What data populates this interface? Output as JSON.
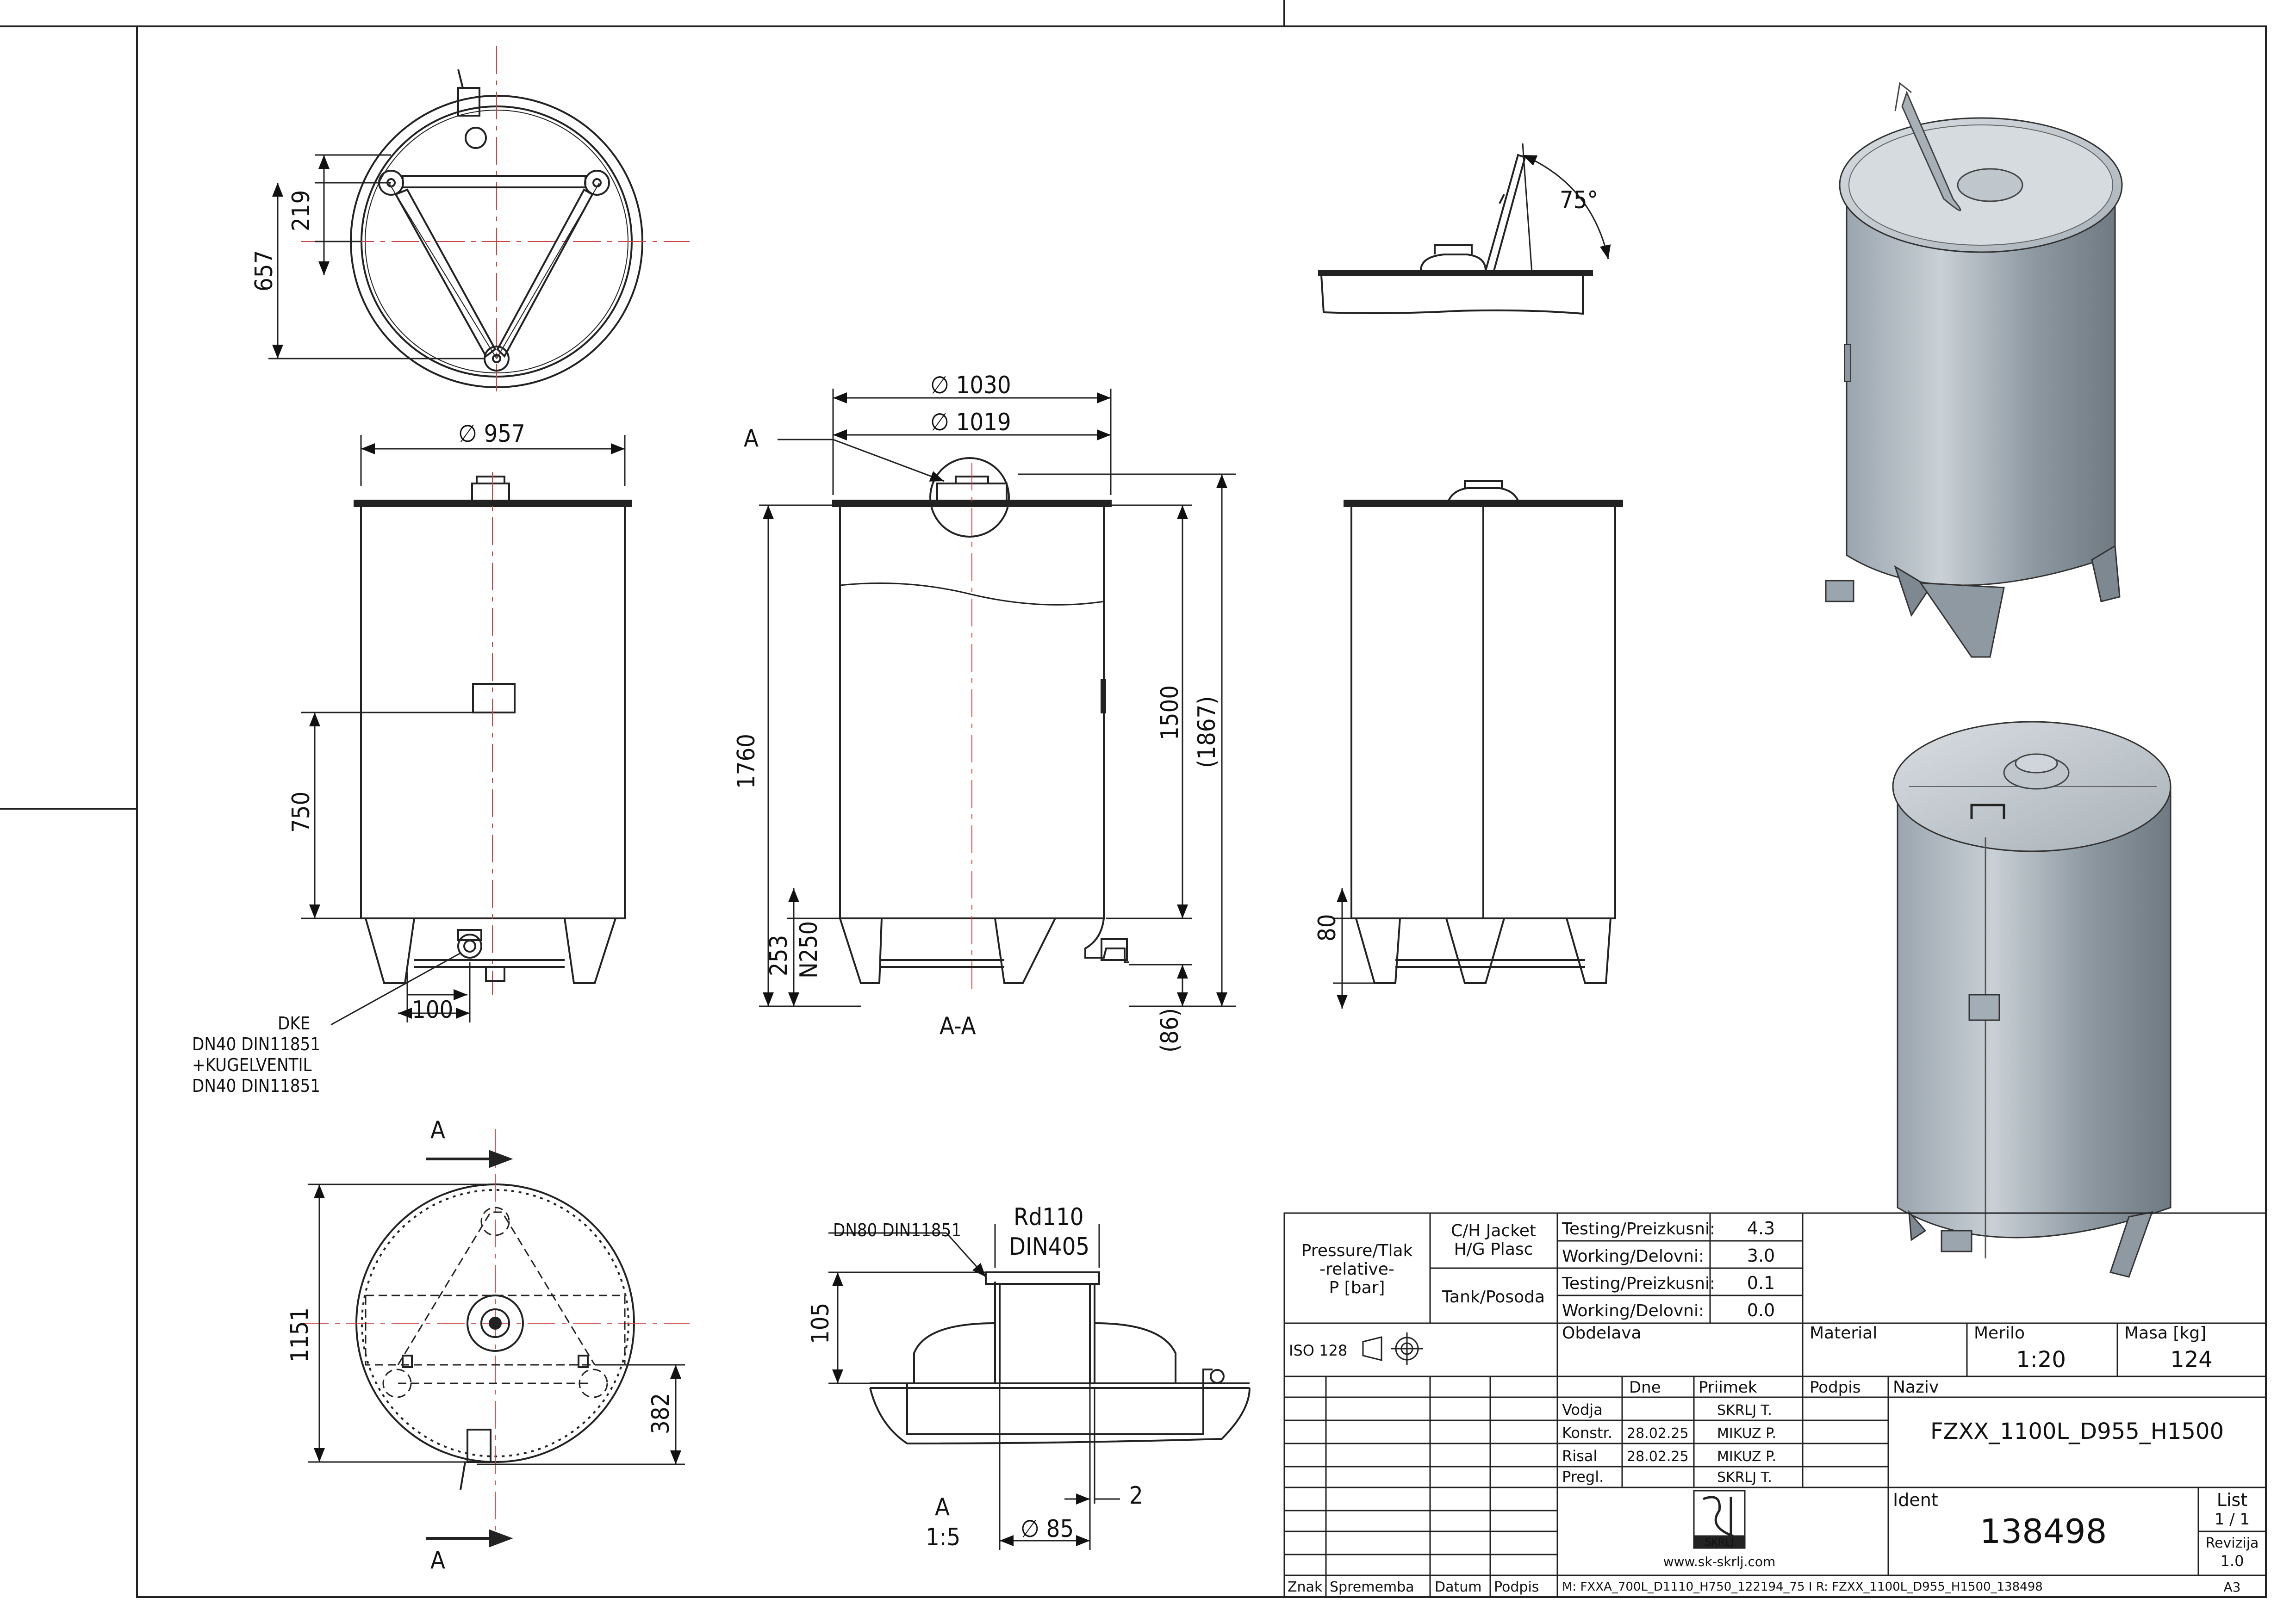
{
  "dimensions": {
    "top_219": "219",
    "top_657": "657",
    "front_d957": "∅ 957",
    "front_750": "750",
    "front_100": "100",
    "section_d1030": "∅ 1030",
    "section_d1019": "∅ 1019",
    "section_1760": "1760",
    "section_1500": "1500",
    "section_1867": "(1867)",
    "section_253": "253",
    "section_n250": "N250",
    "section_86": "(86)",
    "side_80": "80",
    "lid_angle": "75°",
    "bottom_1151": "1151",
    "bottom_382": "382",
    "detail_rd110": "Rd110",
    "detail_din405": "DIN405",
    "detail_105": "105",
    "detail_2": "2",
    "detail_d85": "∅ 85"
  },
  "labels": {
    "detail_marker": "A",
    "section_name": "A-A",
    "cut_a_top": "A",
    "cut_a_bottom": "A",
    "detail_name": "A",
    "detail_scale": "1:5",
    "outlet_callout": [
      "DKE",
      "DN40  DIN11851",
      "+KUGELVENTIL",
      "DN40  DIN11851"
    ],
    "dn80_callout": "DN80  DIN11851"
  },
  "title_block": {
    "pressure_label": [
      "Pressure/Tlak",
      "-relative-",
      "P [bar]"
    ],
    "jacket_label": [
      "C/H Jacket",
      "H/G Plasc"
    ],
    "tank_label": "Tank/Posoda",
    "rows": [
      {
        "label": "Testing/Preizkusni:",
        "value": "4.3"
      },
      {
        "label": "Working/Delovni:",
        "value": "3.0"
      },
      {
        "label": "Testing/Preizkusni:",
        "value": "0.1"
      },
      {
        "label": "Working/Delovni:",
        "value": "0.0"
      }
    ],
    "iso": "ISO 128",
    "obdelava": "Obdelava",
    "material": "Material",
    "merilo_label": "Merilo",
    "merilo": "1:20",
    "masa_label": "Masa [kg]",
    "masa": "124",
    "dne": "Dne",
    "priimek": "Priimek",
    "podpis": "Podpis",
    "naziv_label": "Naziv",
    "naziv": "FZXX_1100L_D955_H1500",
    "people": [
      {
        "role": "Vodja",
        "date": "",
        "name": "SKRLJ T."
      },
      {
        "role": "Konstr.",
        "date": "28.02.25",
        "name": "MIKUZ P."
      },
      {
        "role": "Risal",
        "date": "28.02.25",
        "name": "MIKUZ P."
      },
      {
        "role": "Pregl.",
        "date": "",
        "name": "SKRLJ T."
      }
    ],
    "ident_label": "Ident",
    "ident": "138498",
    "list_label": "List",
    "list_value": "1 / 1",
    "revizija_label": "Revizija",
    "revizija": "1.0",
    "website": "www.sk-skrlj.com",
    "logo_text": "SKRLJ",
    "footer_cols": [
      "Znak",
      "Sprememba",
      "Datum",
      "Podpis"
    ],
    "file_path": "M: FXXA_700L_D1110_H750_122194_75  I R: FZXX_1100L_D955_H1500_138498",
    "sheet_size": "A3"
  }
}
